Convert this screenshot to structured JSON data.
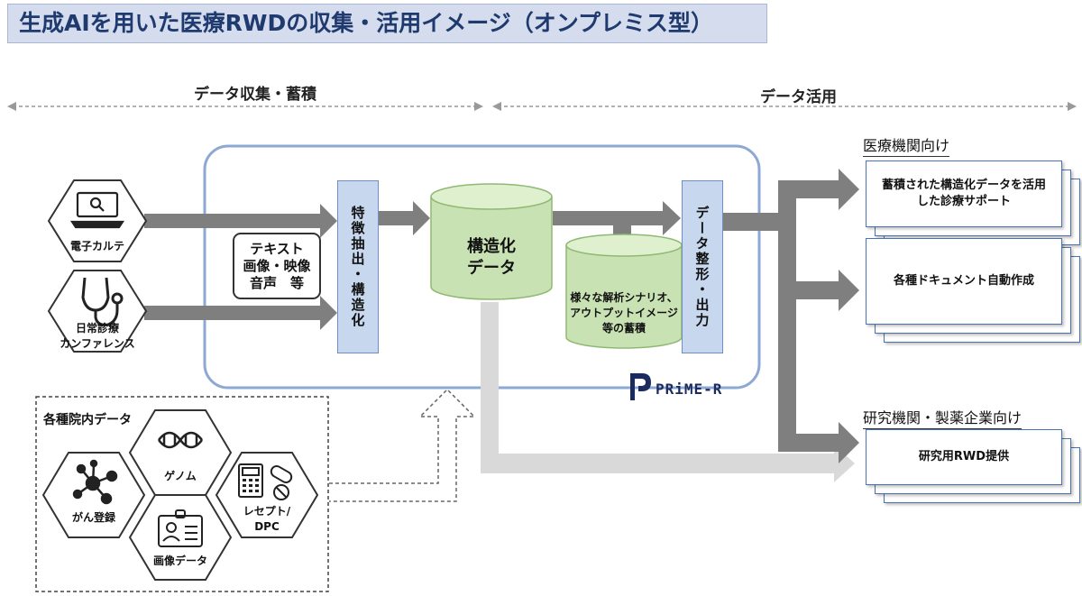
{
  "title": "生成AIを用いた医療RWDの収集・活用イメージ（オンプレミス型）",
  "sections": {
    "collect": "データ収集・蓄積",
    "use": "データ活用"
  },
  "sources": {
    "emr": "電子カルテ",
    "conference": "日常診療\nカンファレンス"
  },
  "data_types": "テキスト\n画像・映像\n音声　等",
  "steps": {
    "extract": "特徴抽出・構造化",
    "format": "データ整形・出力"
  },
  "storage": {
    "structured": "構造化\nデータ",
    "scenarios": "様々な解析シナリオ、\nアウトプットイメージ\n等の蓄積"
  },
  "product": "PRiME-R",
  "hospital_data": {
    "label": "各種院内データ",
    "items": {
      "genome": "ゲノム",
      "cancer": "がん登録",
      "receipt": "レセプト/\nDPC",
      "imaging": "画像データ"
    }
  },
  "targets": {
    "medical": "医療機関向け",
    "research": "研究機関・製薬企業向け"
  },
  "outputs": {
    "support": "蓄積された構造化データを活用\nした診療サポート",
    "documents": "各種ドキュメント自動作成",
    "rwd": "研究用RWD提供"
  },
  "colors": {
    "title_bg": "#d5dced",
    "title_text": "#1f3a6e",
    "step_box": "#c7d7ee",
    "cylinder": "#c9e2b3",
    "arrow_dark": "#7f7f7f",
    "arrow_light": "#d9d9d9",
    "card_border": "#4a72b8"
  }
}
